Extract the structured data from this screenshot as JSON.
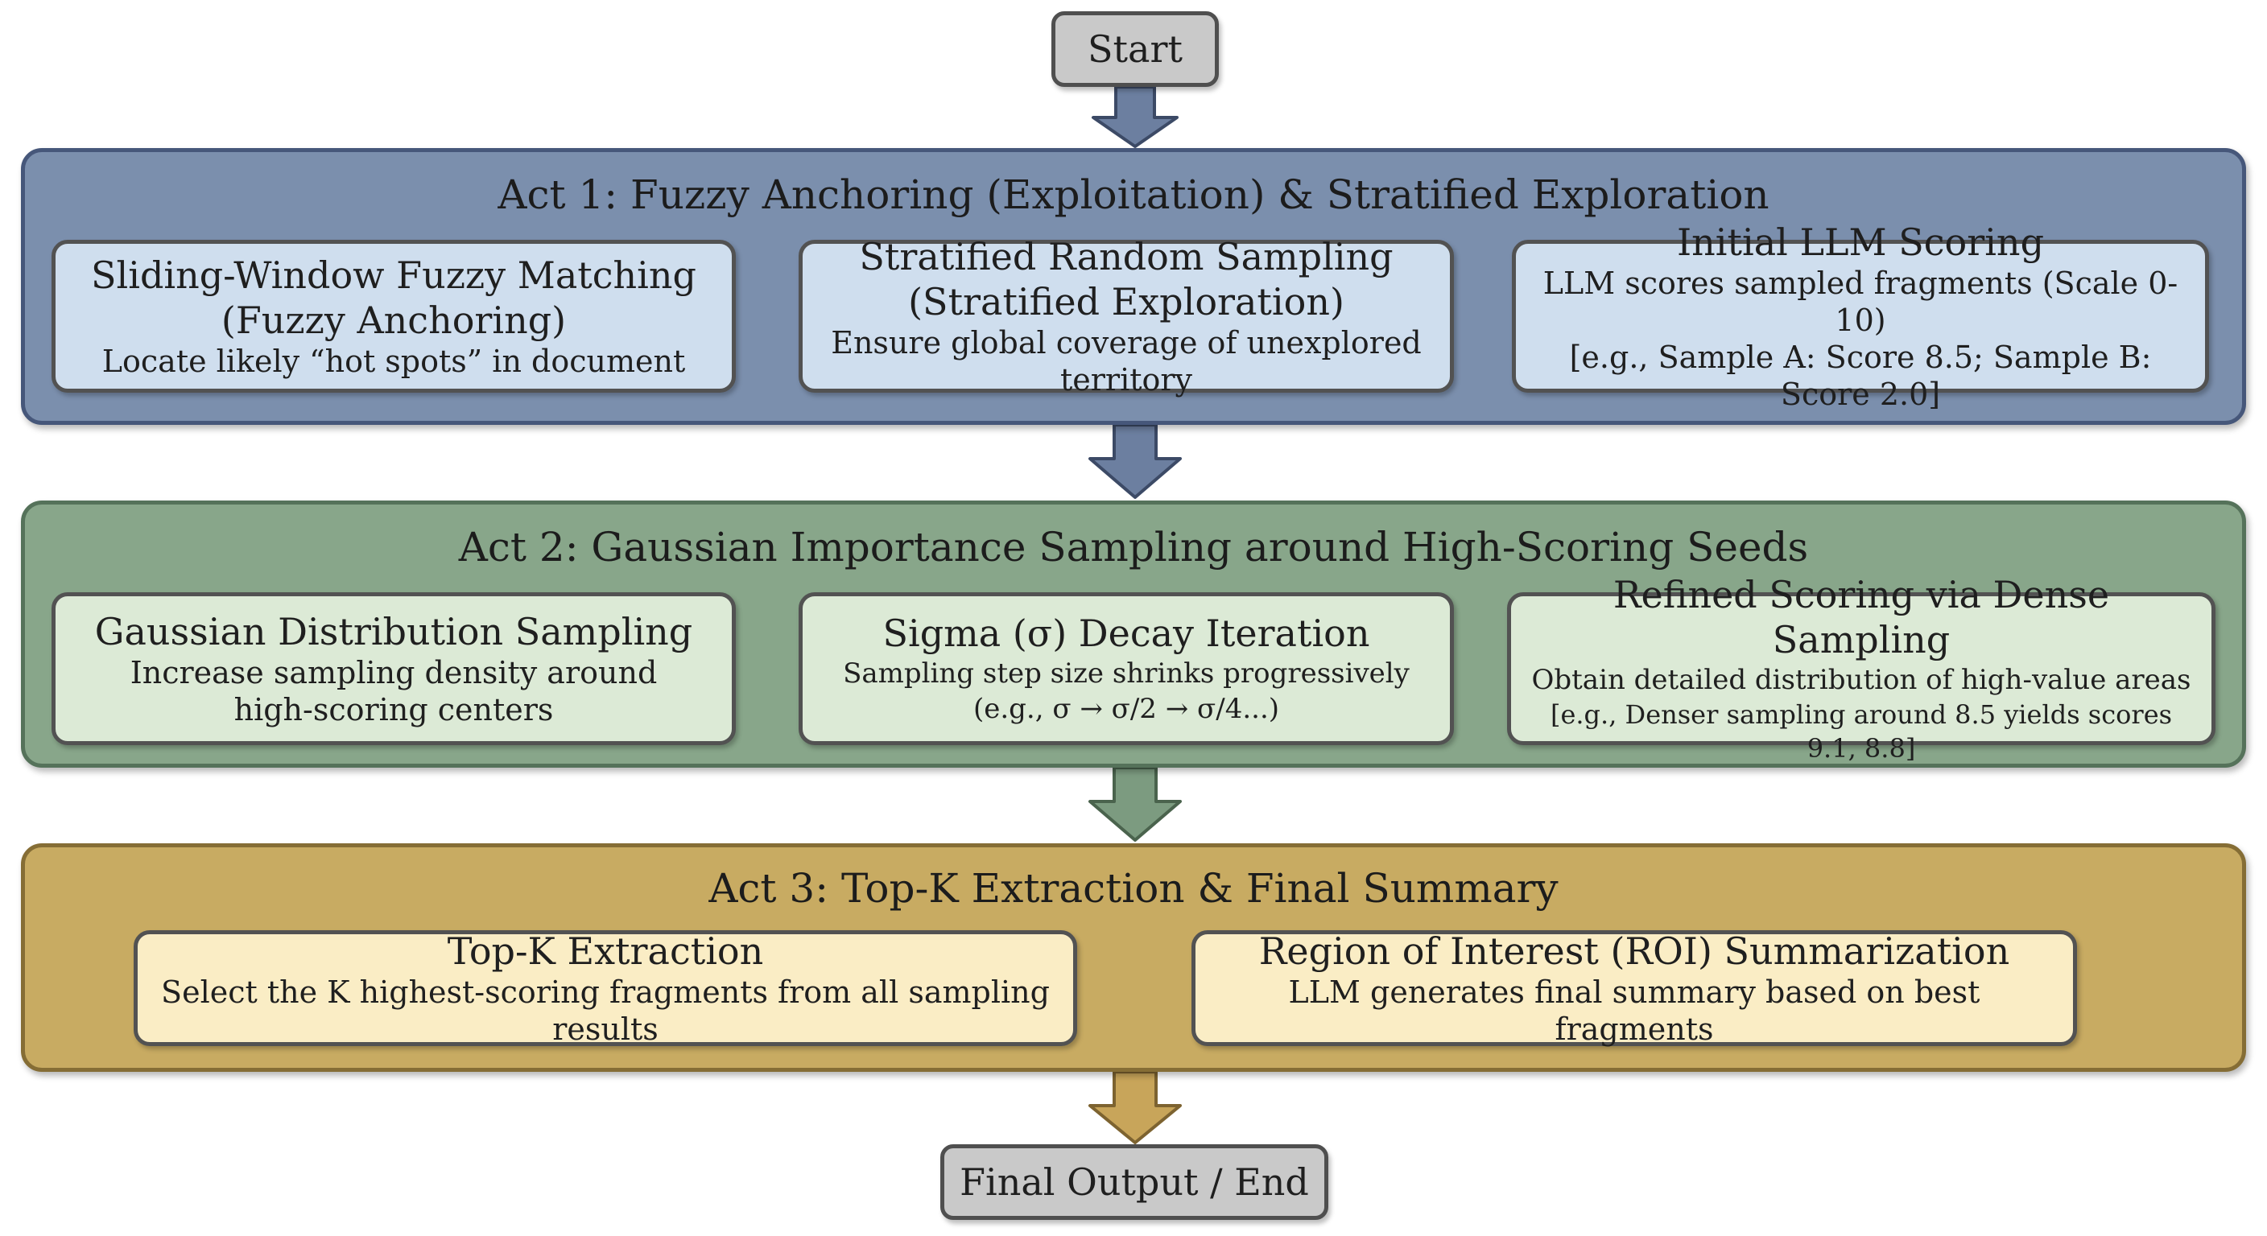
{
  "start": "Start",
  "end": "Final Output / End",
  "act1": {
    "title": "Act 1: Fuzzy Anchoring (Exploitation) & Stratified Exploration",
    "boxes": [
      {
        "title": "Sliding-Window Fuzzy Matching",
        "subtitle": "(Fuzzy Anchoring)",
        "desc": "Locate likely “hot spots” in document"
      },
      {
        "title": "Stratified Random Sampling",
        "subtitle": "(Stratified Exploration)",
        "desc": "Ensure global coverage of unexplored territory"
      },
      {
        "title": "Initial LLM Scoring",
        "desc": "LLM scores sampled fragments (Scale 0-10)",
        "example": "[e.g., Sample A: Score 8.5; Sample B: Score 2.0]"
      }
    ]
  },
  "act2": {
    "title": "Act 2: Gaussian Importance Sampling around High-Scoring Seeds",
    "boxes": [
      {
        "title": "Gaussian Distribution Sampling",
        "desc": "Increase sampling density around",
        "desc2": "high-scoring centers"
      },
      {
        "title": "Sigma (σ) Decay Iteration",
        "desc": "Sampling step size shrinks progressively",
        "desc2": "(e.g., σ → σ/2 → σ/4...)"
      },
      {
        "title": "Refined Scoring via Dense Sampling",
        "desc": "Obtain detailed distribution of high-value areas",
        "example": "[e.g., Denser sampling around 8.5 yields scores 9.1, 8.8]"
      }
    ]
  },
  "act3": {
    "title": "Act 3: Top-K Extraction & Final Summary",
    "boxes": [
      {
        "title": "Top-K Extraction",
        "desc": "Select the K highest-scoring fragments from all sampling results"
      },
      {
        "title": "Region of Interest (ROI) Summarization",
        "desc": "LLM generates final summary based on best fragments"
      }
    ]
  },
  "colors": {
    "act1_fill": "#7b8fad",
    "act2_fill": "#88a68a",
    "act3_fill": "#c8ab62",
    "act1_box": "#cfdeee",
    "act2_box": "#dcead6",
    "act3_box": "#faedc5",
    "terminal": "#c9c9c9"
  }
}
